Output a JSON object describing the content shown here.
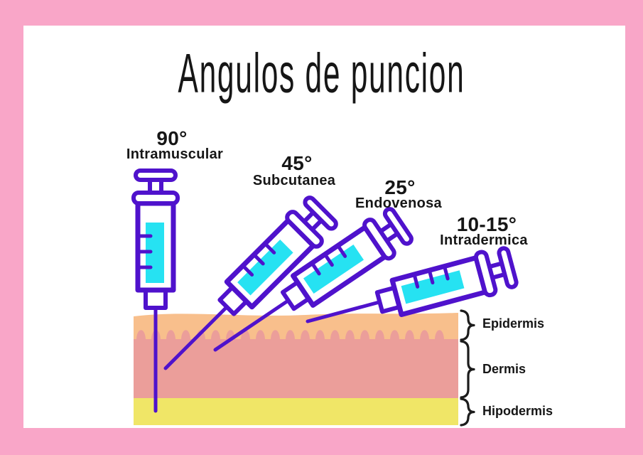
{
  "title": "Angulos de puncion",
  "syringes": [
    {
      "angle_label": "90°",
      "name": "Intramuscular"
    },
    {
      "angle_label": "45°",
      "name": "Subcutanea"
    },
    {
      "angle_label": "25°",
      "name": "Endovenosa"
    },
    {
      "angle_label": "10-15°",
      "name": "Intradermica"
    }
  ],
  "skin_layers": [
    {
      "label": "Epidermis"
    },
    {
      "label": "Dermis"
    },
    {
      "label": "Hipodermis"
    }
  ],
  "colors": {
    "border_pink": "#f9a6c8",
    "syringe_purple": "#4f12cc",
    "liquid_cyan": "#26e2f2",
    "epidermis": "#f8bf8c",
    "dermis": "#eb9e9a",
    "hipodermis": "#f0e667",
    "text": "#161616"
  }
}
